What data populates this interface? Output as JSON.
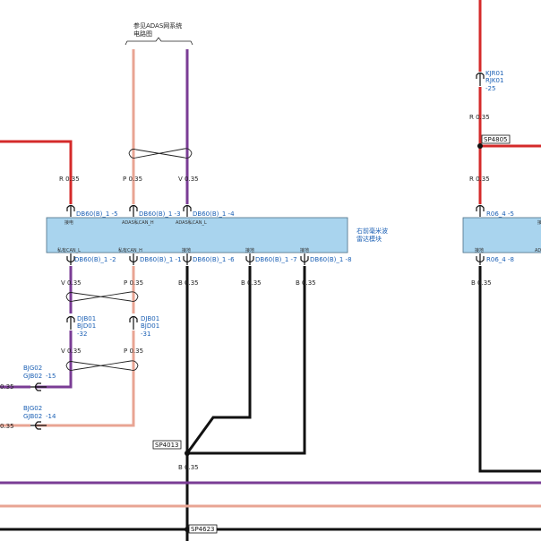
{
  "colors": {
    "red": "#d42a2a",
    "pink": "#e8a493",
    "violet": "#7a3c95",
    "black": "#111111",
    "module_fill": "#a9d4ee",
    "module_stroke": "#4a6d85",
    "label_blue": "#1a5fb4"
  },
  "reference": {
    "line1": "参见ADAS网系统",
    "line2": "电路图"
  },
  "module": {
    "name_line1": "右前毫米波",
    "name_line2": "雷达模块",
    "pin_labels_top": [
      "接电",
      "ADAS私CAN_H",
      "ADAS私CAN_L"
    ],
    "pin_labels_bottom": [
      "私有CAN_L",
      "私有CAN_H",
      "接地",
      "接地",
      "接地"
    ]
  },
  "module2": {
    "pin_label_bottom_1": "接地",
    "pin_label_bottom_2": "AD",
    "pin_label_top": "接"
  },
  "wires": {
    "r035": "R 0.35",
    "p035": "P 0.35",
    "v035": "V 0.35",
    "b035": "B 0.35",
    "b035_left": "0.35"
  },
  "connectors": {
    "db60_5": "DB60(B)_1  -5",
    "db60_3": "DB60(B)_1  -3",
    "db60_4": "DB60(B)_1  -4",
    "db60_2": "DB60(B)_1  -2",
    "db60_1": "DB60(B)_1  -1",
    "db60_6": "DB60(B)_1  -6",
    "db60_7": "DB60(B)_1  -7",
    "db60_8": "DB60(B)_1  -8",
    "djb01_l1": "DJB01",
    "djb01_l2": "BJD01",
    "djb01_pin_a": "-32",
    "djb01_pin_b": "-31",
    "bjg02_l1": "BJG02",
    "bjg02_l2": "GJB02",
    "bjg02_pin_a": "-15",
    "bjg02_pin_b": "-14",
    "kjr01_l1": "KJR01",
    "kjr01_l2": "RJK01",
    "kjr01_pin": "-25",
    "r06_5": "R06_4  -5",
    "r06_8": "R06_4  -8"
  },
  "splices": {
    "sp4013": "SP4013",
    "sp4805": "SP4805",
    "sp4623": "SP4623"
  }
}
